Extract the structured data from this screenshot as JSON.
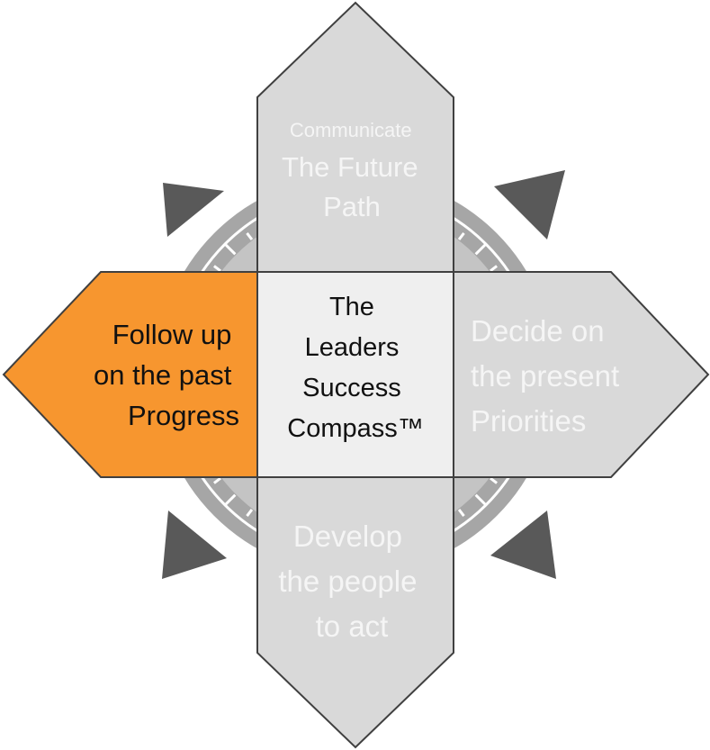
{
  "diagram": {
    "center": {
      "lines": [
        "The",
        "Leaders",
        "Success",
        "Compass™"
      ]
    },
    "arms": {
      "top": {
        "small_line": "Communicate",
        "lines": [
          "The Future",
          "Path"
        ]
      },
      "left": {
        "lines": [
          "Follow up",
          "on the past",
          "Progress"
        ],
        "highlighted": true
      },
      "right": {
        "lines": [
          "Decide on",
          "the present",
          "Priorities"
        ]
      },
      "bottom": {
        "lines": [
          "Develop",
          "the people",
          "to act"
        ]
      }
    },
    "colors": {
      "arm_fill": "#d9d9d9",
      "arm_stroke": "#404040",
      "arm_text": "#f5f5f5",
      "highlight_fill": "#f7962f",
      "highlight_text": "#111111",
      "center_fill": "#efefef",
      "center_text": "#111111",
      "ring": "#a6a6a6",
      "ring_inner": "#c4c4c4",
      "pointer": "#595959"
    }
  }
}
